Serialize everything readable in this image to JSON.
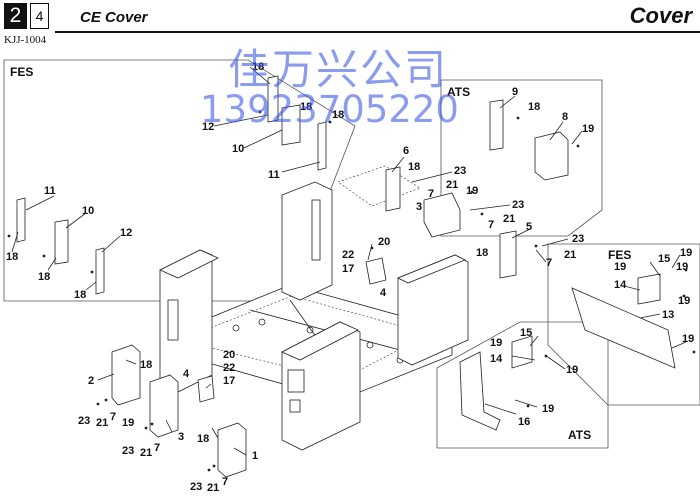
{
  "header": {
    "section": "2",
    "subsection": "4",
    "code": "KJJ-1004",
    "subtitle": "CE Cover",
    "title": "Cover"
  },
  "watermark": {
    "line1": "佳万兴公司",
    "line2": "13923705220",
    "color": "#3c5ae6"
  },
  "groups": {
    "fes_left": "FES",
    "ats_top": "ATS",
    "fes_right": "FES",
    "ats_bottom": "ATS"
  },
  "labels": {
    "l01": "18",
    "l02": "18",
    "l03": "12",
    "l04": "18",
    "l05": "10",
    "l06": "11",
    "l07": "11",
    "l08": "10",
    "l09": "12",
    "l10": "18",
    "l11": "18",
    "l12": "18",
    "l13": "9",
    "l14": "18",
    "l15": "8",
    "l16": "19",
    "l17": "6",
    "l18": "18",
    "l19": "23",
    "l20": "21",
    "l21": "7",
    "l22": "19",
    "l23": "3",
    "l24": "23",
    "l25": "21",
    "l26": "7",
    "l27": "5",
    "l28": "23",
    "l29": "18",
    "l30": "21",
    "l31": "7",
    "l32": "20",
    "l33": "22",
    "l34": "17",
    "l35": "4",
    "l36": "19",
    "l37": "15",
    "l38": "19",
    "l39": "19",
    "l40": "14",
    "l41": "19",
    "l42": "13",
    "l43": "19",
    "l44": "15",
    "l45": "19",
    "l46": "14",
    "l47": "19",
    "l48": "19",
    "l49": "16",
    "l50": "18",
    "l51": "2",
    "l52": "23",
    "l53": "21",
    "l54": "7",
    "l55": "20",
    "l56": "22",
    "l57": "4",
    "l58": "17",
    "l59": "19",
    "l60": "3",
    "l61": "23",
    "l62": "21",
    "l63": "7",
    "l64": "18",
    "l65": "1",
    "l66": "23",
    "l67": "21",
    "l68": "7"
  }
}
